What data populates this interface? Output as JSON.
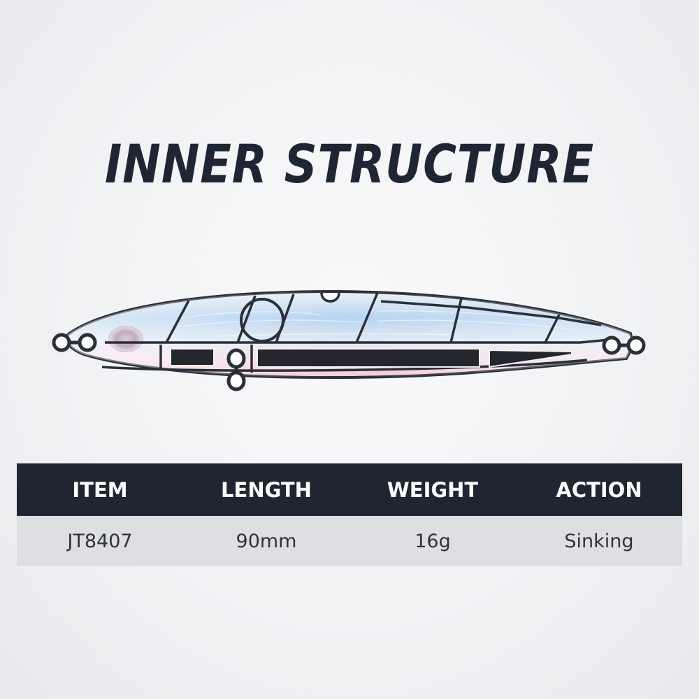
{
  "heading": "INNER STRUCTURE",
  "lure": {
    "illustration": "lure-cutaway",
    "colors": {
      "outline": "#2b2f38",
      "weight_chamber": "#23262d",
      "body_blue": "#b9d6f0",
      "body_pink": "#f6d6e0"
    }
  },
  "specs": {
    "headers": [
      "ITEM",
      "LENGTH",
      "WEIGHT",
      "ACTION"
    ],
    "values": [
      "JT8407",
      "90mm",
      "16g",
      "Sinking"
    ]
  },
  "colors": {
    "header_bg": "#1f2632",
    "header_text": "#ffffff",
    "row_bg": "#dedfe2",
    "row_text": "#2e3340",
    "heading_text": "#1f2633"
  }
}
